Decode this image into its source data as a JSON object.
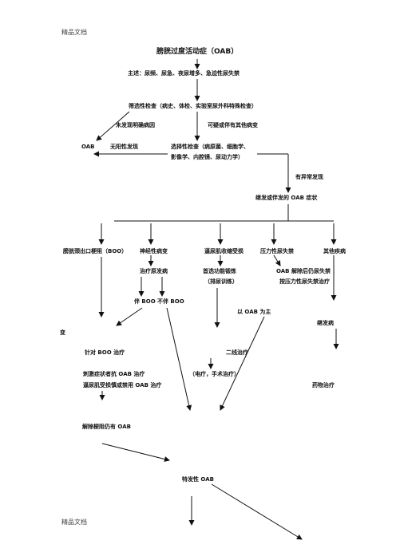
{
  "header": "精品文档",
  "footer": "精品文档",
  "title": "膀胱过度活动症（OAB）",
  "chief_complaint": "主述：尿频、尿急、夜尿增多、急迫性尿失禁",
  "screening": "筛选性检查（病史、体检、实验室尿外科特殊检查）",
  "no_cause": "未发现明确病因",
  "suspect_other": "可疑或伴有其他病变",
  "oab": "OAB",
  "no_positive": "无阳性发现",
  "selective_1": "选择性检查（病原菌、细胞学、",
  "selective_2": "影像学、内腔镜、尿动力学）",
  "abnormal": "有异常发现",
  "secondary": "继发或伴发的 OAB 症状",
  "cat_boo": "膀胱颈出口梗阻（BOO）",
  "cat_neuro": "神经性病变",
  "cat_detrusor": "逼尿肌收缩受损",
  "cat_stress": "压力性尿失禁",
  "cat_other": "其他疾病",
  "neuro_treat": "治疗原发病",
  "detrusor_treat_1": "首选功能锻炼",
  "detrusor_treat_2": "（排尿训练）",
  "stress_treat_1": "OAB 解除后仍尿失禁",
  "stress_treat_2": "按压力性尿失禁治疗",
  "with_boo": "伴 BOO",
  "without_boo": "不伴 BOO",
  "oab_main": "以 OAB 为主",
  "secondary_disease": "继发病",
  "change": "变",
  "for_boo": "针对 BOO 治疗",
  "second_line": "二线治疗",
  "irritative": "刺激症状者抗 OAB 治疗",
  "electro": "（电疗，手术治疗）",
  "detrusor_caution": "逼尿肌受损慎或禁用 OAB 治疗",
  "drug": "药物治疗",
  "relieved_still": "解除梗阻仍有 OAB",
  "idiopathic": "特发性 OAB"
}
